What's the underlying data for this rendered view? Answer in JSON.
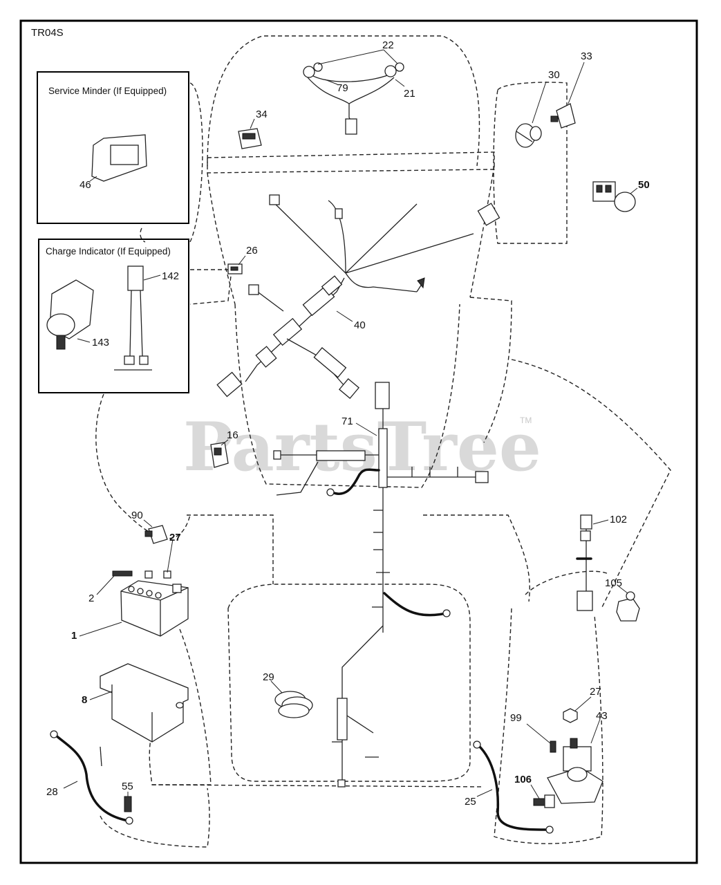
{
  "diagram_code": "TR04S",
  "watermark": {
    "text": "PartsTree",
    "mark": "TM"
  },
  "insets": {
    "service_minder": {
      "title": "Service Minder (If Equipped)",
      "part": "46"
    },
    "charge_indicator": {
      "title": "Charge Indicator (If Equipped)",
      "parts": [
        "142",
        "143"
      ]
    }
  },
  "callouts": {
    "p22": "22",
    "p79": "79",
    "p21": "21",
    "p34": "34",
    "p30": "30",
    "p33": "33",
    "p50": "50",
    "p26": "26",
    "p40": "40",
    "p16": "16",
    "p71": "71",
    "p90": "90",
    "p27a": "27",
    "p2": "2",
    "p1": "1",
    "p8": "8",
    "p102": "102",
    "p105": "105",
    "p29": "29",
    "p27b": "27",
    "p43": "43",
    "p99": "99",
    "p106": "106",
    "p28": "28",
    "p55": "55",
    "p25": "25"
  }
}
